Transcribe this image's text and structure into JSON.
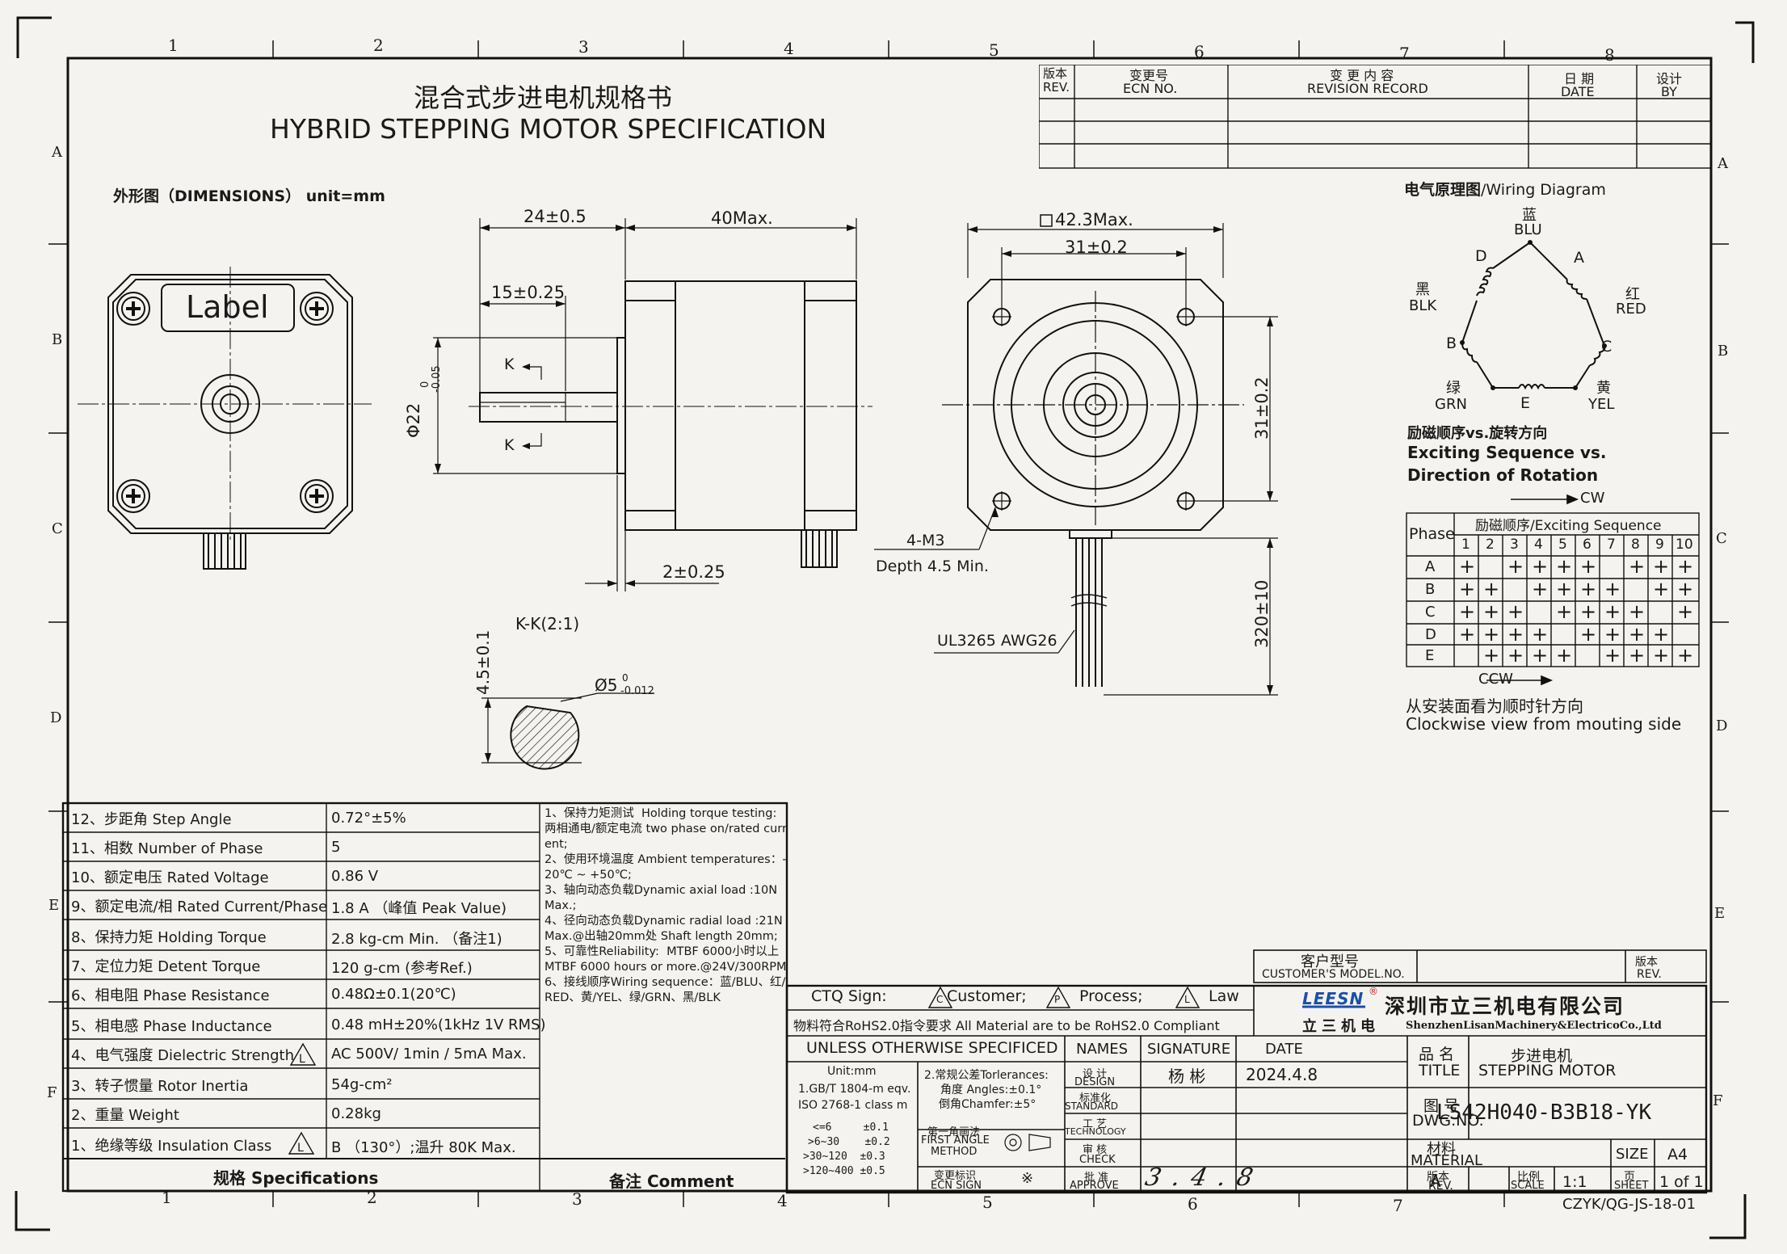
{
  "title": {
    "cn": "混合式步进电机规格书",
    "en": "HYBRID STEPPING MOTOR SPECIFICATION"
  },
  "frame": {
    "cols": [
      "1",
      "2",
      "3",
      "4",
      "5",
      "6",
      "7",
      "8"
    ],
    "rows": [
      "A",
      "B",
      "C",
      "D",
      "E",
      "F"
    ]
  },
  "revision_table": {
    "rev": [
      "版本",
      "REV."
    ],
    "ecn": [
      "变更号",
      "ECN NO."
    ],
    "record": [
      "变 更 内 容",
      "REVISION RECORD"
    ],
    "date": [
      "日 期",
      "DATE"
    ],
    "by": [
      "设计",
      "BY"
    ]
  },
  "dimensions_heading": "外形图（DIMENSIONS）  unit=mm",
  "front_view": {
    "label": "Label"
  },
  "side_view": {
    "dim_24": "24±0.5",
    "dim_40": "40Max.",
    "dim_15": "15±0.25",
    "dim_2": "2±0.25",
    "dim_shaft_dia": "Φ22",
    "dim_shaft_tol_top": "0",
    "dim_shaft_tol_bot": "-0.05",
    "k_upper": "K",
    "k_lower": "K"
  },
  "section_view": {
    "title": "K-K(2:1)",
    "dim_flat": "4.5±0.1",
    "dim_dia": "Ø5",
    "dim_dia_tol_top": "0",
    "dim_dia_tol_bot": "-0.012"
  },
  "end_view": {
    "dim_square": "42.3Max.",
    "dim_31_h": "31±0.2",
    "dim_31_v": "31±0.2",
    "dim_lead": "320±10",
    "holes": "4-M3",
    "depth": "Depth 4.5 Min.",
    "cable": "UL3265 AWG26"
  },
  "wiring": {
    "heading_cn": "电气原理图",
    "heading_en": "/Wiring Diagram",
    "blu_cn": "蓝",
    "blu": "BLU",
    "red_cn": "红",
    "red": "RED",
    "blk_cn": "黑",
    "blk": "BLK",
    "grn_cn": "绿",
    "grn": "GRN",
    "yel_cn": "黄",
    "yel": "YEL",
    "nodes": [
      "A",
      "B",
      "C",
      "D",
      "E"
    ],
    "seq_heading_cn": "励磁顺序vs.旋转方向",
    "seq_heading_en1": "Exciting Sequence vs.",
    "seq_heading_en2": "Direction of Rotation",
    "cw": "CW",
    "ccw": "CCW",
    "view_cn": "从安装面看为顺时针方向",
    "view_en": "Clockwise view from mouting side"
  },
  "sequence_table": {
    "phase_label": "Phase",
    "header": "励磁顺序/Exciting Sequence",
    "steps": [
      "1",
      "2",
      "3",
      "4",
      "5",
      "6",
      "7",
      "8",
      "9",
      "10"
    ],
    "rows": [
      {
        "phase": "A",
        "cells": [
          "+",
          "",
          "+",
          "+",
          "+",
          "+",
          "",
          "+",
          "+",
          "+"
        ]
      },
      {
        "phase": "B",
        "cells": [
          "+",
          "+",
          "",
          "+",
          "+",
          "+",
          "+",
          "",
          "+",
          "+"
        ]
      },
      {
        "phase": "C",
        "cells": [
          "+",
          "+",
          "+",
          "",
          "+",
          "+",
          "+",
          "+",
          "",
          "+"
        ]
      },
      {
        "phase": "D",
        "cells": [
          "+",
          "+",
          "+",
          "+",
          "",
          "+",
          "+",
          "+",
          "+",
          ""
        ]
      },
      {
        "phase": "E",
        "cells": [
          "",
          "+",
          "+",
          "+",
          "+",
          "",
          "+",
          "+",
          "+",
          "+"
        ]
      }
    ]
  },
  "specs": {
    "footer_label": "规格 Specifications",
    "rows": [
      {
        "label": "12、步距角 Step Angle",
        "value": "0.72°±5%"
      },
      {
        "label": "11、相数 Number of Phase",
        "value": "5"
      },
      {
        "label": "10、额定电压 Rated Voltage",
        "value": "0.86 V"
      },
      {
        "label": "9、额定电流/相 Rated Current/Phase",
        "value": "1.8 A （峰值 Peak Value)"
      },
      {
        "label": "8、保持力矩  Holding Torque",
        "value": "2.8 kg-cm Min. （备注1)"
      },
      {
        "label": "7、定位力矩  Detent Torque",
        "value": "120 g-cm (参考Ref.)"
      },
      {
        "label": "6、相电阻 Phase Resistance",
        "value": "0.48Ω±0.1(20℃)"
      },
      {
        "label": "5、相电感 Phase Inductance",
        "value": "0.48 mH±20%(1kHz 1V RMS)"
      },
      {
        "label": "4、电气强度 Dielectric Strength",
        "value": "AC 500V/ 1min / 5mA Max.",
        "warn": true
      },
      {
        "label": "3、转子惯量 Rotor Inertia",
        "value": "54g-cm²"
      },
      {
        "label": "2、重量 Weight",
        "value": "0.28kg"
      },
      {
        "label": "1、绝缘等级 Insulation Class",
        "value": "B （130°）;温升  80K Max.",
        "warn": true
      }
    ]
  },
  "comment": {
    "footer_label": "备注 Comment",
    "text": "1、保持力矩测试  Holding torque testing:两相通电/额定电流 two phase on/rated current;\n2、使用环境温度 Ambient temperatures：-20℃ ~ +50℃;\n3、轴向动态负载Dynamic axial load :10N Max.;\n4、径向动态负载Dynamic radial load :21N Max.@出轴20mm处 Shaft length 20mm;\n5、可靠性Reliability:  MTBF 6000小时以上 MTBF 6000 hours or more.@24V/300RPM\n6、接线顺序Wiring sequence：蓝/BLU、红/RED、黄/YEL、绿/GRN、黑/BLK"
  },
  "title_block": {
    "customer_model_cn": "客户型号",
    "customer_model_en": "CUSTOMER'S MODEL.NO.",
    "rev_cn": "版本",
    "rev_en": "REV.",
    "ctq": "CTQ Sign:",
    "ctq_c_mark": "C",
    "ctq_customer": "Customer;",
    "ctq_p_mark": "P",
    "ctq_process": "Process;",
    "ctq_l_mark": "L",
    "ctq_law": "Law",
    "rohs": "物料符合RoHS2.0指令要求  All Material are to be RoHS2.0 Compliant",
    "logo": "LEESN",
    "logo_cn": "立三机电",
    "company_cn": "深圳市立三机电有限公司",
    "company_en": "ShenzhenLisanMachinery&ElectricoCo.,Ltd",
    "unless": "UNLESS OTHERWISE SPECIFICED",
    "names": "NAMES",
    "signature": "SIGNATURE",
    "date": "DATE",
    "tol_unit": "Unit:mm",
    "tol_std1": "1.GB/T 1804-m eqv.",
    "tol_std2": "ISO 2768-1 class m",
    "tol_rows": [
      "<=6     ±0.1",
      ">6~30    ±0.2",
      ">30~120  ±0.3",
      ">120~400 ±0.5"
    ],
    "tol_general": "2.常规公差Torlerances:",
    "tol_angle": "角度 Angles:±0.1°",
    "tol_chamfer": "倒角Chamfer:±5°",
    "first_angle_cn": "第一角画法",
    "first_angle_en1": "FIRST ANGLE",
    "first_angle_en2": "METHOD",
    "ecn_sign_cn": "变更标识",
    "ecn_sign_en": "ECN SIGN",
    "ecn_sign_mark": "※",
    "design_cn": "设 计",
    "design_en": "DESIGN",
    "standard_cn": "标准化",
    "standard_en": "STANDARD",
    "tech_cn": "工 艺",
    "tech_en": "TECHNOLOGY",
    "check_cn": "审 核",
    "check_en": "CHECK",
    "approve_cn": "批 准",
    "approve_en": "APPROVE",
    "designer": "杨 彬",
    "design_date": "2024.4.8",
    "approve_handwriting": "3.4.8",
    "title_cn": "品 名",
    "title_en": "TITLE",
    "title_value_cn": "步进电机",
    "title_value_en": "STEPPING MOTOR",
    "dwg_cn": "图 号",
    "dwg_en": "DWG.NO.",
    "dwg_value": "LS42H040-B3B18-YK",
    "material_cn": "材料",
    "material_en": "MATERIAL",
    "size_label": "SIZE",
    "size_value": "A4",
    "rev2_cn": "版本",
    "rev2_en": "REV.",
    "rev_value": "A",
    "scale_cn": "比例",
    "scale_en": "SCALE",
    "scale_value": "1:1",
    "sheet_cn": "页",
    "sheet_en": "SHEET",
    "sheet_value": "1 of 1",
    "form_no": "CZYK/QG-JS-18-01"
  }
}
